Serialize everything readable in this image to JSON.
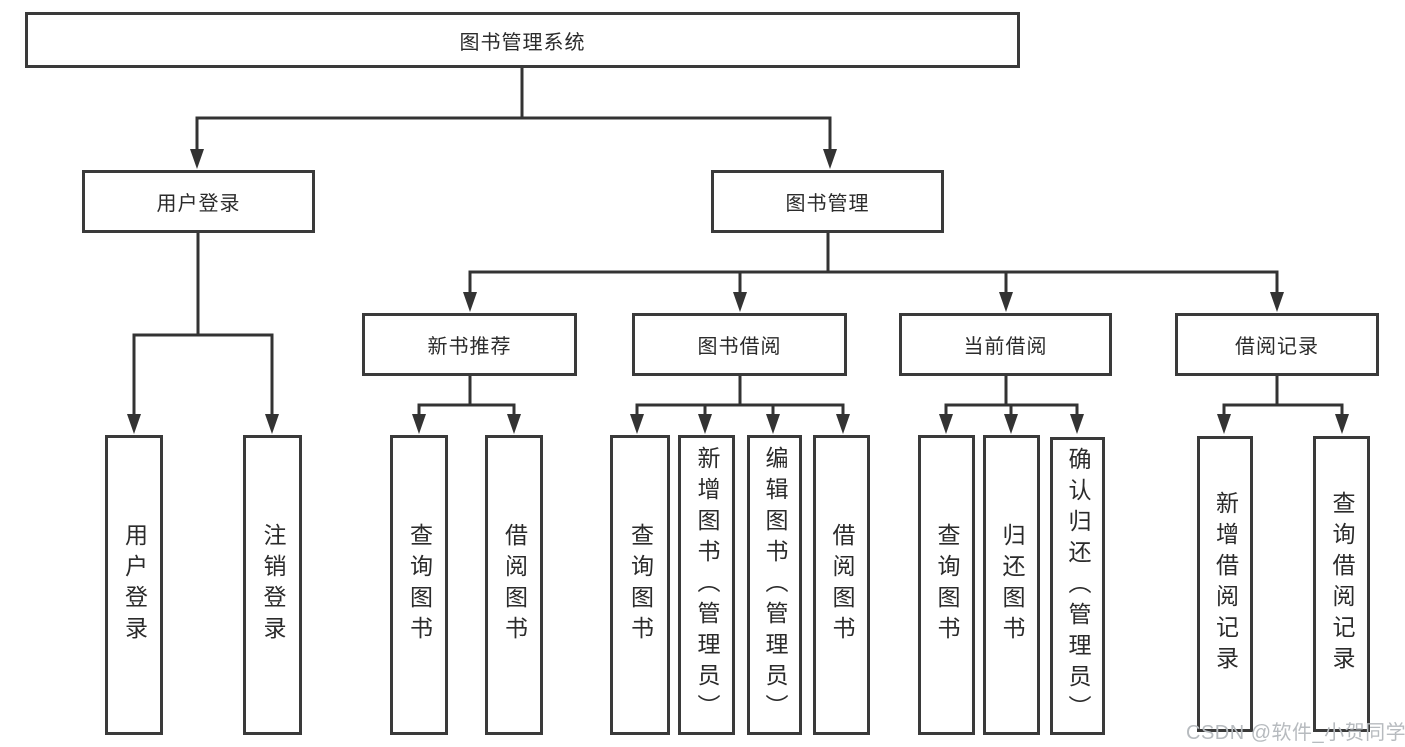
{
  "diagram": {
    "title": "图书管理系统",
    "root": {
      "label": "图书管理系统"
    },
    "level2": [
      {
        "id": "user-login",
        "label": "用户登录"
      },
      {
        "id": "book-management",
        "label": "图书管理"
      }
    ],
    "level3": [
      {
        "id": "new-book-recommend",
        "label": "新书推荐",
        "parent": "图书管理"
      },
      {
        "id": "book-borrow",
        "label": "图书借阅",
        "parent": "图书管理"
      },
      {
        "id": "current-borrow",
        "label": "当前借阅",
        "parent": "图书管理"
      },
      {
        "id": "borrow-records",
        "label": "借阅记录",
        "parent": "图书管理"
      }
    ],
    "leaves": {
      "user_login": [
        "用户登录",
        "注销登录"
      ],
      "new_book_recommend": [
        "查询图书",
        "借阅图书"
      ],
      "book_borrow": [
        "查询图书",
        "新增图书（管理员）",
        "编辑图书（管理员）",
        "借阅图书"
      ],
      "current_borrow": [
        "查询图书",
        "归还图书",
        "确认归还（管理员）"
      ],
      "borrow_records": [
        "新增借阅记录",
        "查询借阅记录"
      ]
    }
  },
  "watermark": "CSDN @软件_小贺同学",
  "colors": {
    "border": "#3a3a3a",
    "line": "#333333",
    "text": "#2b2b2b",
    "watermark": "#b7bbbf",
    "background": "#ffffff"
  }
}
